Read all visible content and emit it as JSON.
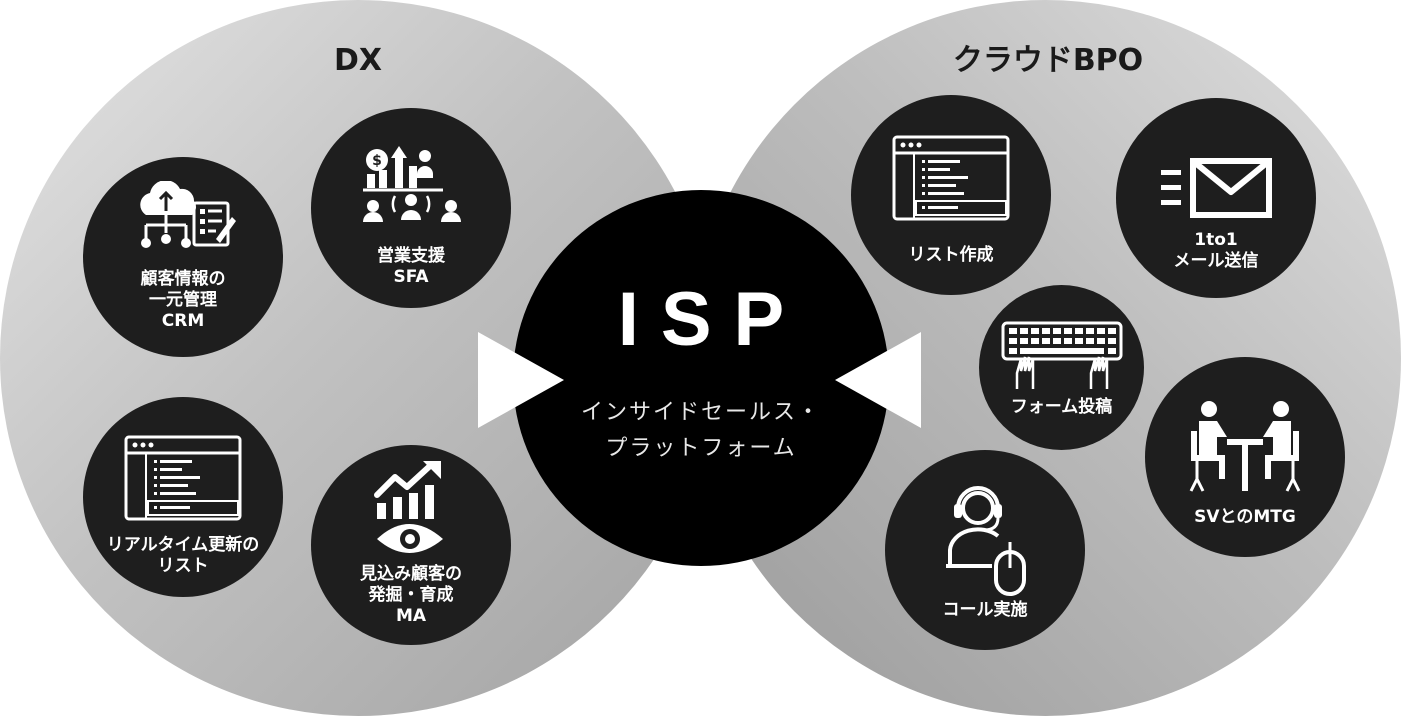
{
  "dx": {
    "title": "DX",
    "nodes": [
      {
        "id": "crm",
        "lines": [
          "顧客情報の",
          "一元管理",
          "CRM"
        ],
        "icon": "cloud-network-document-icon"
      },
      {
        "id": "sfa",
        "lines": [
          "営業支援",
          "SFA"
        ],
        "icon": "sales-growth-team-icon"
      },
      {
        "id": "realtime-list",
        "lines": [
          "リアルタイム更新の",
          "リスト"
        ],
        "icon": "list-window-icon"
      },
      {
        "id": "ma",
        "lines": [
          "見込み顧客の",
          "発掘・育成",
          "MA"
        ],
        "icon": "chart-eye-icon"
      }
    ]
  },
  "center": {
    "title": "ISP",
    "subtitle_lines": [
      "インサイドセールス・",
      "プラットフォーム"
    ]
  },
  "bpo": {
    "title": "クラウドBPO",
    "nodes": [
      {
        "id": "list-create",
        "lines": [
          "リスト作成"
        ],
        "icon": "list-window-icon"
      },
      {
        "id": "one-to-one-mail",
        "lines": [
          "1to1",
          "メール送信"
        ],
        "icon": "envelope-icon"
      },
      {
        "id": "form-post",
        "lines": [
          "フォーム投稿"
        ],
        "icon": "keyboard-hands-icon"
      },
      {
        "id": "sv-mtg",
        "lines": [
          "SVとのMTG"
        ],
        "icon": "meeting-people-icon"
      },
      {
        "id": "call",
        "lines": [
          "コール実施"
        ],
        "icon": "headset-operator-icon"
      }
    ]
  },
  "colors": {
    "node_bg": "#1e1e1e",
    "center_bg": "#000000",
    "arrow": "#ffffff",
    "title_text": "#1a1a1a"
  }
}
